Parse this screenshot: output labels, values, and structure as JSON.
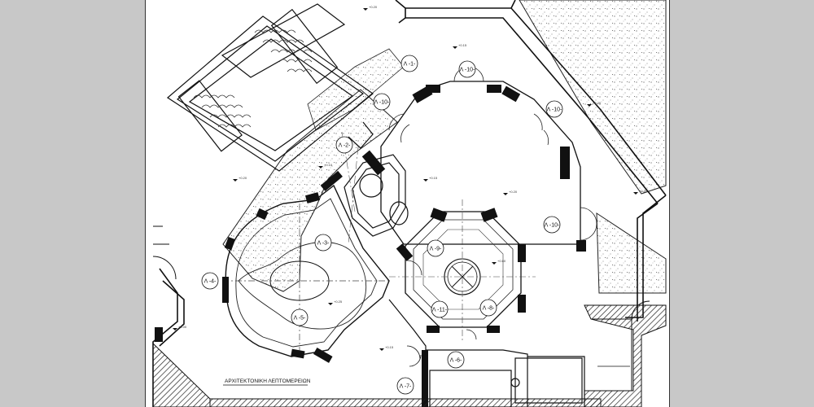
{
  "drawing": {
    "title": "ΑΡΧΙΤΕΚΤΟΝΙΚΗ ΛΕΠΤΟΜΕΡΕΙΩΝ",
    "room_tags": [
      {
        "id": "tag-1",
        "text": "Λ -1-"
      },
      {
        "id": "tag-2",
        "text": "Λ -2-"
      },
      {
        "id": "tag-3",
        "text": "Λ -3-"
      },
      {
        "id": "tag-4",
        "text": "Λ -4-"
      },
      {
        "id": "tag-5",
        "text": "Λ -5-"
      },
      {
        "id": "tag-6",
        "text": "Λ -6-"
      },
      {
        "id": "tag-7",
        "text": "Λ -7-"
      },
      {
        "id": "tag-8",
        "text": "Λ -8-"
      },
      {
        "id": "tag-9",
        "text": "Λ -9-"
      },
      {
        "id": "tag-10a",
        "text": "Λ -10-"
      },
      {
        "id": "tag-10b",
        "text": "Λ -10-"
      },
      {
        "id": "tag-10c",
        "text": "Λ -10-"
      },
      {
        "id": "tag-10d",
        "text": "Λ -10-"
      },
      {
        "id": "tag-11",
        "text": "Λ -11-"
      }
    ],
    "level_marks": [
      "+0.20",
      "+0.15",
      "+0.20",
      "+0.10",
      "+0.15",
      "+0.20",
      "+0.20",
      "+0.60",
      "+0.25",
      "+0.15",
      "+0.00",
      "+0.35"
    ]
  }
}
